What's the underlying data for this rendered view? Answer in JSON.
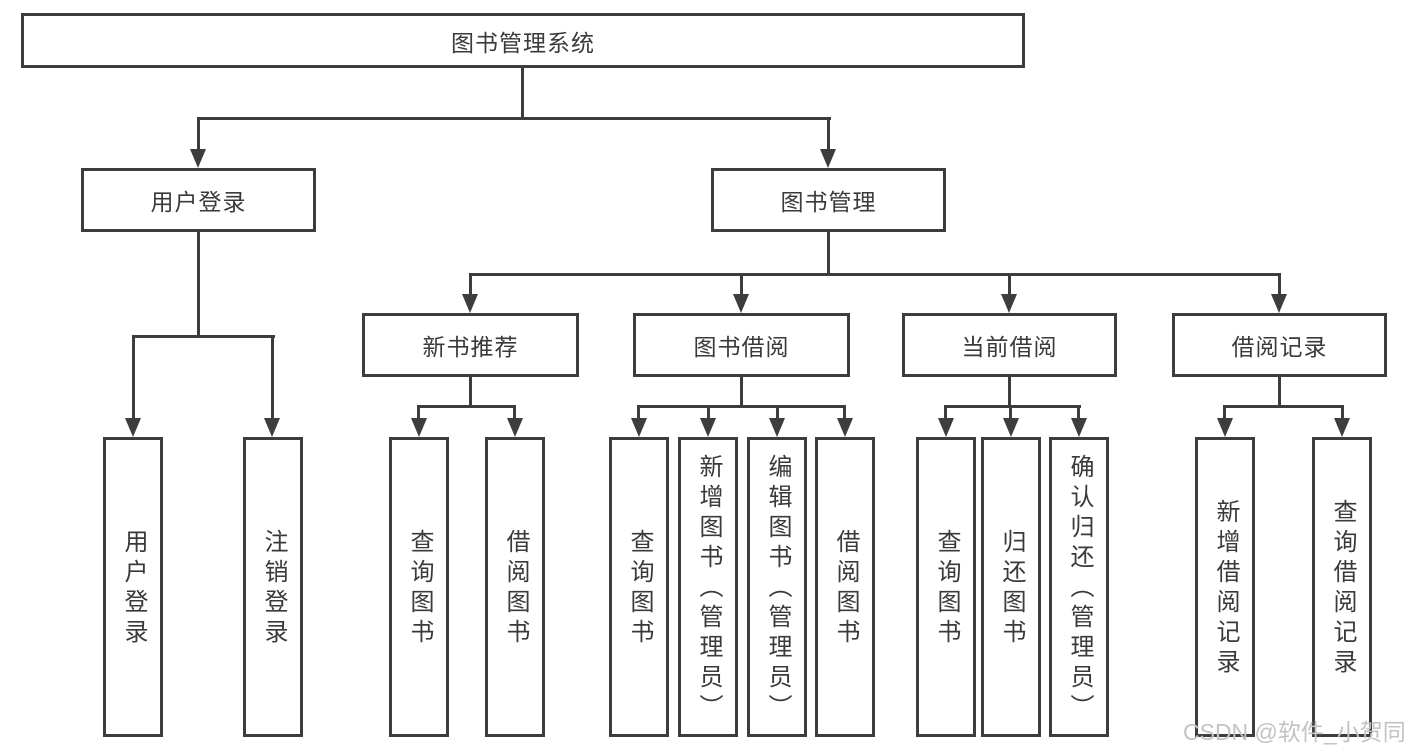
{
  "colors": {
    "line": "#3d3d3d",
    "node_text": "#3a3a3a",
    "node_fill": "#ffffff",
    "watermark_text": "#c3c3c3"
  },
  "watermark": {
    "text": "CSDN @软件_小贺同学"
  },
  "tree": {
    "label": "图书管理系统",
    "children": [
      {
        "label": "用户登录",
        "children": [
          {
            "label": "用户登录"
          },
          {
            "label": "注销登录"
          }
        ]
      },
      {
        "label": "图书管理",
        "children": [
          {
            "label": "新书推荐",
            "children": [
              {
                "label": "查询图书"
              },
              {
                "label": "借阅图书"
              }
            ]
          },
          {
            "label": "图书借阅",
            "children": [
              {
                "label": "查询图书"
              },
              {
                "label": "新增图书（管理员）"
              },
              {
                "label": "编辑图书（管理员）"
              },
              {
                "label": "借阅图书"
              }
            ]
          },
          {
            "label": "当前借阅",
            "children": [
              {
                "label": "查询图书"
              },
              {
                "label": "归还图书"
              },
              {
                "label": "确认归还（管理员）"
              }
            ]
          },
          {
            "label": "借阅记录",
            "children": [
              {
                "label": "新增借阅记录"
              },
              {
                "label": "查询借阅记录"
              }
            ]
          }
        ]
      }
    ]
  }
}
